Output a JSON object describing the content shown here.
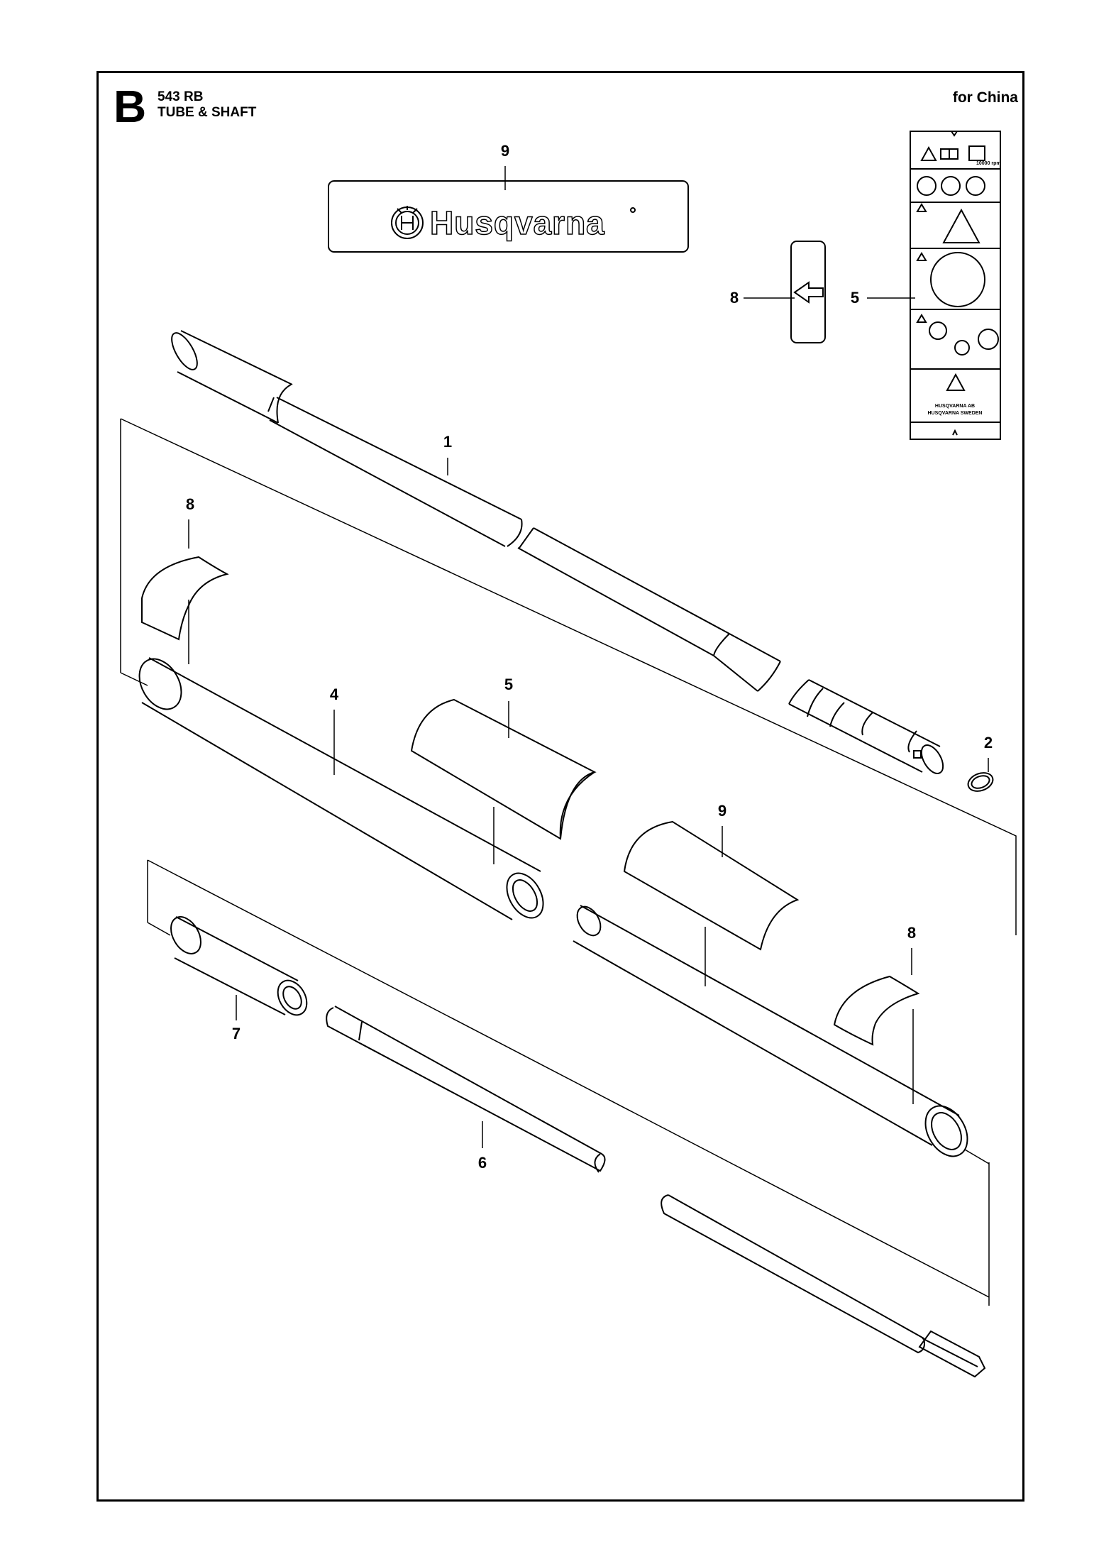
{
  "header": {
    "section_letter": "B",
    "model": "543 RB",
    "title": "TUBE & SHAFT",
    "market": "for China"
  },
  "decal": {
    "brand_text": "Husqvarna",
    "warning_label_rpm": "10000 rpm",
    "warning_label_company": "HUSQVARNA AB",
    "warning_label_country": "HUSQVARNA SWEDEN"
  },
  "callouts": {
    "c1": "1",
    "c2": "2",
    "c4": "4",
    "c5a": "5",
    "c5b": "5",
    "c6": "6",
    "c7": "7",
    "c8a": "8",
    "c8b": "8",
    "c8c": "8",
    "c9a": "9",
    "c9b": "9"
  },
  "icons": [
    "warning-triangle-icon",
    "manual-book-icon",
    "helmet-icon",
    "gloves-icon",
    "boot-icon",
    "arrow-left-icon"
  ]
}
